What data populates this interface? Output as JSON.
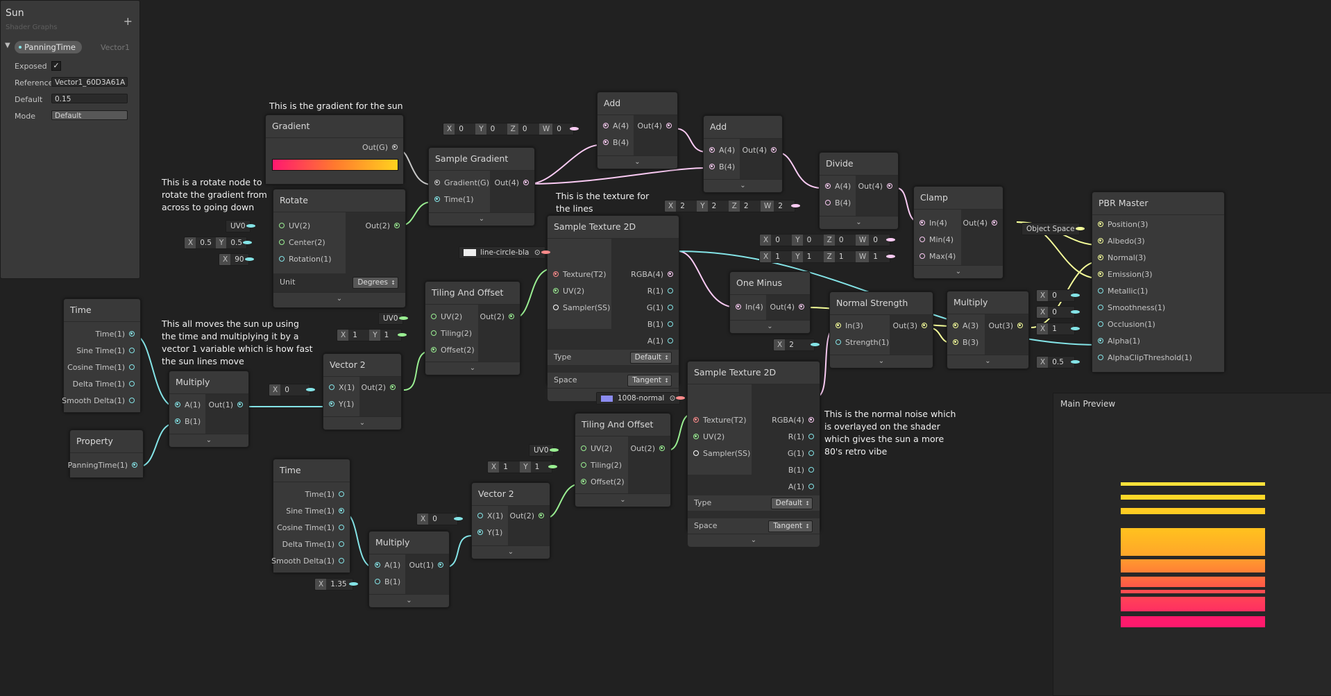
{
  "blackboard": {
    "title": "Sun",
    "subtitle": "Shader Graphs",
    "add_label": "+",
    "property": {
      "name": "PanningTime",
      "type": "Vector1",
      "exposed_label": "Exposed",
      "exposed_checked": "✓",
      "reference_label": "Reference",
      "reference_value": "Vector1_60D3A61A",
      "default_label": "Default",
      "default_value": "0.15",
      "mode_label": "Mode",
      "mode_value": "Default"
    }
  },
  "notes": {
    "gradient": "This is the gradient for the sun",
    "rotate": "This is a rotate node to rotate the gradient from across to going down",
    "texture": "This is the texture for the lines",
    "move": "This all moves the sun up using the time and multiplying it by a vector 1 variable which is how fast the sun lines move",
    "normal": "This is the normal noise which is overlayed on the shader which gives the sun a more 80's retro vibe"
  },
  "nodes": {
    "gradient": {
      "title": "Gradient",
      "out": "Out(G)"
    },
    "sample_gradient": {
      "title": "Sample Gradient",
      "in1": "Gradient(G)",
      "in2": "Time(1)",
      "out": "Out(4)"
    },
    "rotate": {
      "title": "Rotate",
      "in1": "UV(2)",
      "in2": "Center(2)",
      "in3": "Rotation(1)",
      "out": "Out(2)",
      "unit_label": "Unit",
      "unit_value": "Degrees",
      "uv_value": "UV0",
      "center_x": "0.5",
      "center_y": "0.5",
      "rotation_x": "90"
    },
    "add1": {
      "title": "Add",
      "in1": "A(4)",
      "in2": "B(4)",
      "out": "Out(4)",
      "x": "0",
      "y": "0",
      "z": "0",
      "w": "0"
    },
    "add2": {
      "title": "Add",
      "in1": "A(4)",
      "in2": "B(4)",
      "out": "Out(4)"
    },
    "divide": {
      "title": "Divide",
      "in1": "A(4)",
      "in2": "B(4)",
      "out": "Out(4)",
      "x": "2",
      "y": "2",
      "z": "2",
      "w": "2"
    },
    "clamp": {
      "title": "Clamp",
      "in1": "In(4)",
      "in2": "Min(4)",
      "in3": "Max(4)",
      "out": "Out(4)",
      "min_x": "0",
      "min_y": "0",
      "min_z": "0",
      "min_w": "0",
      "max_x": "1",
      "max_y": "1",
      "max_z": "1",
      "max_w": "1"
    },
    "pbr": {
      "title": "PBR Master",
      "ports": [
        "Position(3)",
        "Albedo(3)",
        "Normal(3)",
        "Emission(3)",
        "Metallic(1)",
        "Smoothness(1)",
        "Occlusion(1)",
        "Alpha(1)",
        "AlphaClipThreshold(1)"
      ],
      "position_value": "Object Space",
      "metallic_x": "0",
      "smoothness_x": "0",
      "occlusion_x": "1",
      "alphaclip_x": "0.5"
    },
    "sample_tex1": {
      "title": "Sample Texture 2D",
      "in1": "Texture(T2)",
      "in2": "UV(2)",
      "in3": "Sampler(SS)",
      "outs": [
        "RGBA(4)",
        "R(1)",
        "G(1)",
        "B(1)",
        "A(1)"
      ],
      "type_label": "Type",
      "type_value": "Default",
      "space_label": "Space",
      "space_value": "Tangent",
      "texture_value": "line-circle-bla"
    },
    "sample_tex2": {
      "title": "Sample Texture 2D",
      "in1": "Texture(T2)",
      "in2": "UV(2)",
      "in3": "Sampler(SS)",
      "outs": [
        "RGBA(4)",
        "R(1)",
        "G(1)",
        "B(1)",
        "A(1)"
      ],
      "type_label": "Type",
      "type_value": "Default",
      "space_label": "Space",
      "space_value": "Tangent",
      "texture_value": "1008-normal"
    },
    "one_minus": {
      "title": "One Minus",
      "in1": "In(4)",
      "out": "Out(4)"
    },
    "normal_strength": {
      "title": "Normal Strength",
      "in1": "In(3)",
      "in2": "Strength(1)",
      "out": "Out(3)",
      "strength_x": "2"
    },
    "multiply3": {
      "title": "Multiply",
      "in1": "A(3)",
      "in2": "B(3)",
      "out": "Out(3)"
    },
    "tiling1": {
      "title": "Tiling And Offset",
      "in1": "UV(2)",
      "in2": "Tiling(2)",
      "in3": "Offset(2)",
      "out": "Out(2)",
      "uv_value": "UV0",
      "tiling_x": "1",
      "tiling_y": "1"
    },
    "tiling2": {
      "title": "Tiling And Offset",
      "in1": "UV(2)",
      "in2": "Tiling(2)",
      "in3": "Offset(2)",
      "out": "Out(2)",
      "uv_value": "UV0",
      "tiling_x": "1",
      "tiling_y": "1"
    },
    "vector2a": {
      "title": "Vector 2",
      "in1": "X(1)",
      "in2": "Y(1)",
      "out": "Out(2)",
      "x": "0"
    },
    "vector2b": {
      "title": "Vector 2",
      "in1": "X(1)",
      "in2": "Y(1)",
      "out": "Out(2)",
      "x": "0"
    },
    "time1": {
      "title": "Time",
      "outs": [
        "Time(1)",
        "Sine Time(1)",
        "Cosine Time(1)",
        "Delta Time(1)",
        "Smooth Delta(1)"
      ]
    },
    "time2": {
      "title": "Time",
      "outs": [
        "Time(1)",
        "Sine Time(1)",
        "Cosine Time(1)",
        "Delta Time(1)",
        "Smooth Delta(1)"
      ]
    },
    "multiply1": {
      "title": "Multiply",
      "in1": "A(1)",
      "in2": "B(1)",
      "out": "Out(1)"
    },
    "multiply2": {
      "title": "Multiply",
      "in1": "A(1)",
      "in2": "B(1)",
      "out": "Out(1)",
      "b_x": "1.35"
    },
    "property": {
      "title": "Property",
      "out": "PanningTime(1)"
    }
  },
  "axis": {
    "x": "X",
    "y": "Y",
    "z": "Z",
    "w": "W"
  },
  "collapse_glyph": "⌄",
  "main_preview": {
    "title": "Main Preview"
  },
  "colors": {
    "background": "#212121",
    "node": "#393939",
    "vector1": "#84e4e7",
    "vector2": "#9aef92",
    "vector3": "#f6ff9a",
    "vector4": "#fbcbf4",
    "texture": "#ff8b8b"
  }
}
